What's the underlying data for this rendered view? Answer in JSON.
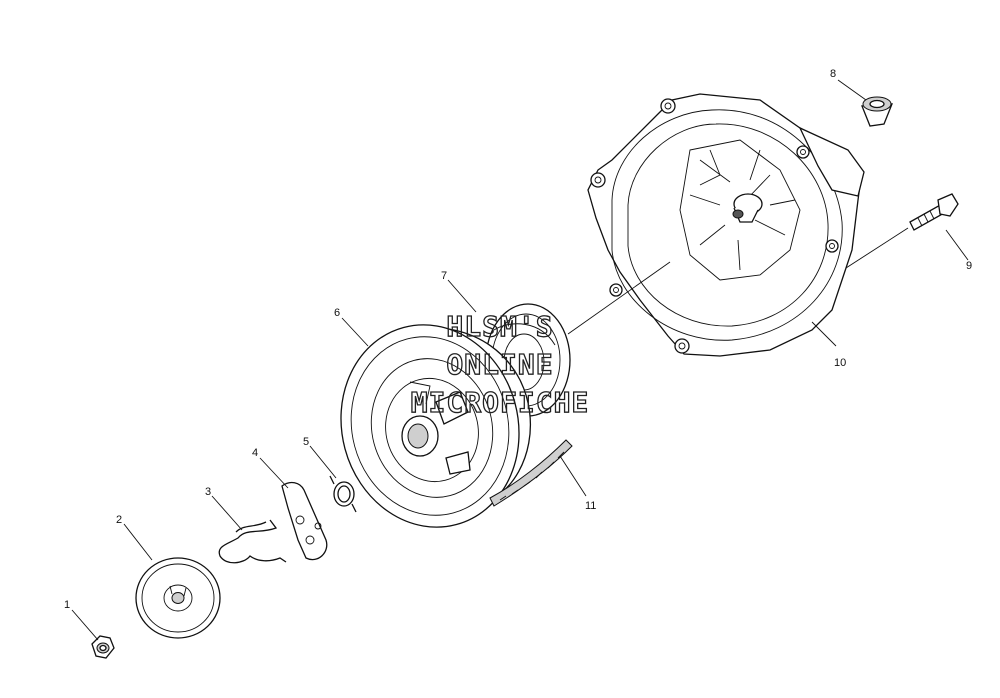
{
  "watermark": {
    "line1": "HLSM'S",
    "line2": "ONLINE",
    "line3": "MICROFICHE"
  },
  "callouts": [
    {
      "id": "1",
      "label": "1"
    },
    {
      "id": "2",
      "label": "2"
    },
    {
      "id": "3",
      "label": "3"
    },
    {
      "id": "4",
      "label": "4"
    },
    {
      "id": "5",
      "label": "5"
    },
    {
      "id": "6",
      "label": "6"
    },
    {
      "id": "7",
      "label": "7"
    },
    {
      "id": "8",
      "label": "8"
    },
    {
      "id": "9",
      "label": "9"
    },
    {
      "id": "10",
      "label": "10"
    },
    {
      "id": "11",
      "label": "11"
    }
  ]
}
